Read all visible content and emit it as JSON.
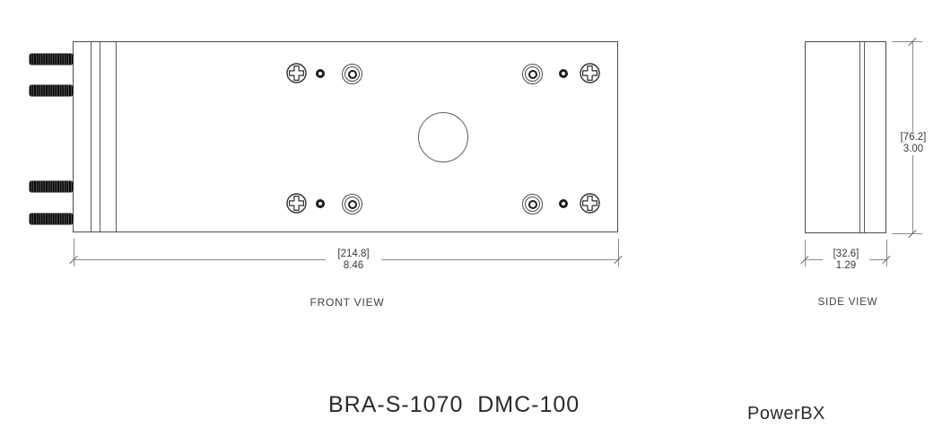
{
  "drawing": {
    "part_title": "BRA-S-1070  DMC-100",
    "brand": "PowerBX"
  },
  "front_view": {
    "label": "FRONT VIEW",
    "width_dim": {
      "metric": "[214.8]",
      "imperial": "8.46"
    }
  },
  "side_view": {
    "label": "SIDE VIEW",
    "height_dim": {
      "metric": "[76.2]",
      "imperial": "3.00"
    },
    "width_dim": {
      "metric": "[32.6]",
      "imperial": "1.29"
    }
  },
  "icons": {
    "phillips_screw": "phillips-screw-icon",
    "rivet_grommet": "rivet-grommet-icon",
    "pilot_hole": "pilot-hole-icon",
    "threaded_stud": "threaded-stud-icon",
    "center_hole": "center-hole-icon"
  },
  "colors": {
    "outline": "#4a4a4a",
    "dimension_line": "#8a8a8a",
    "text": "#3a3a3a",
    "background": "#ffffff"
  }
}
